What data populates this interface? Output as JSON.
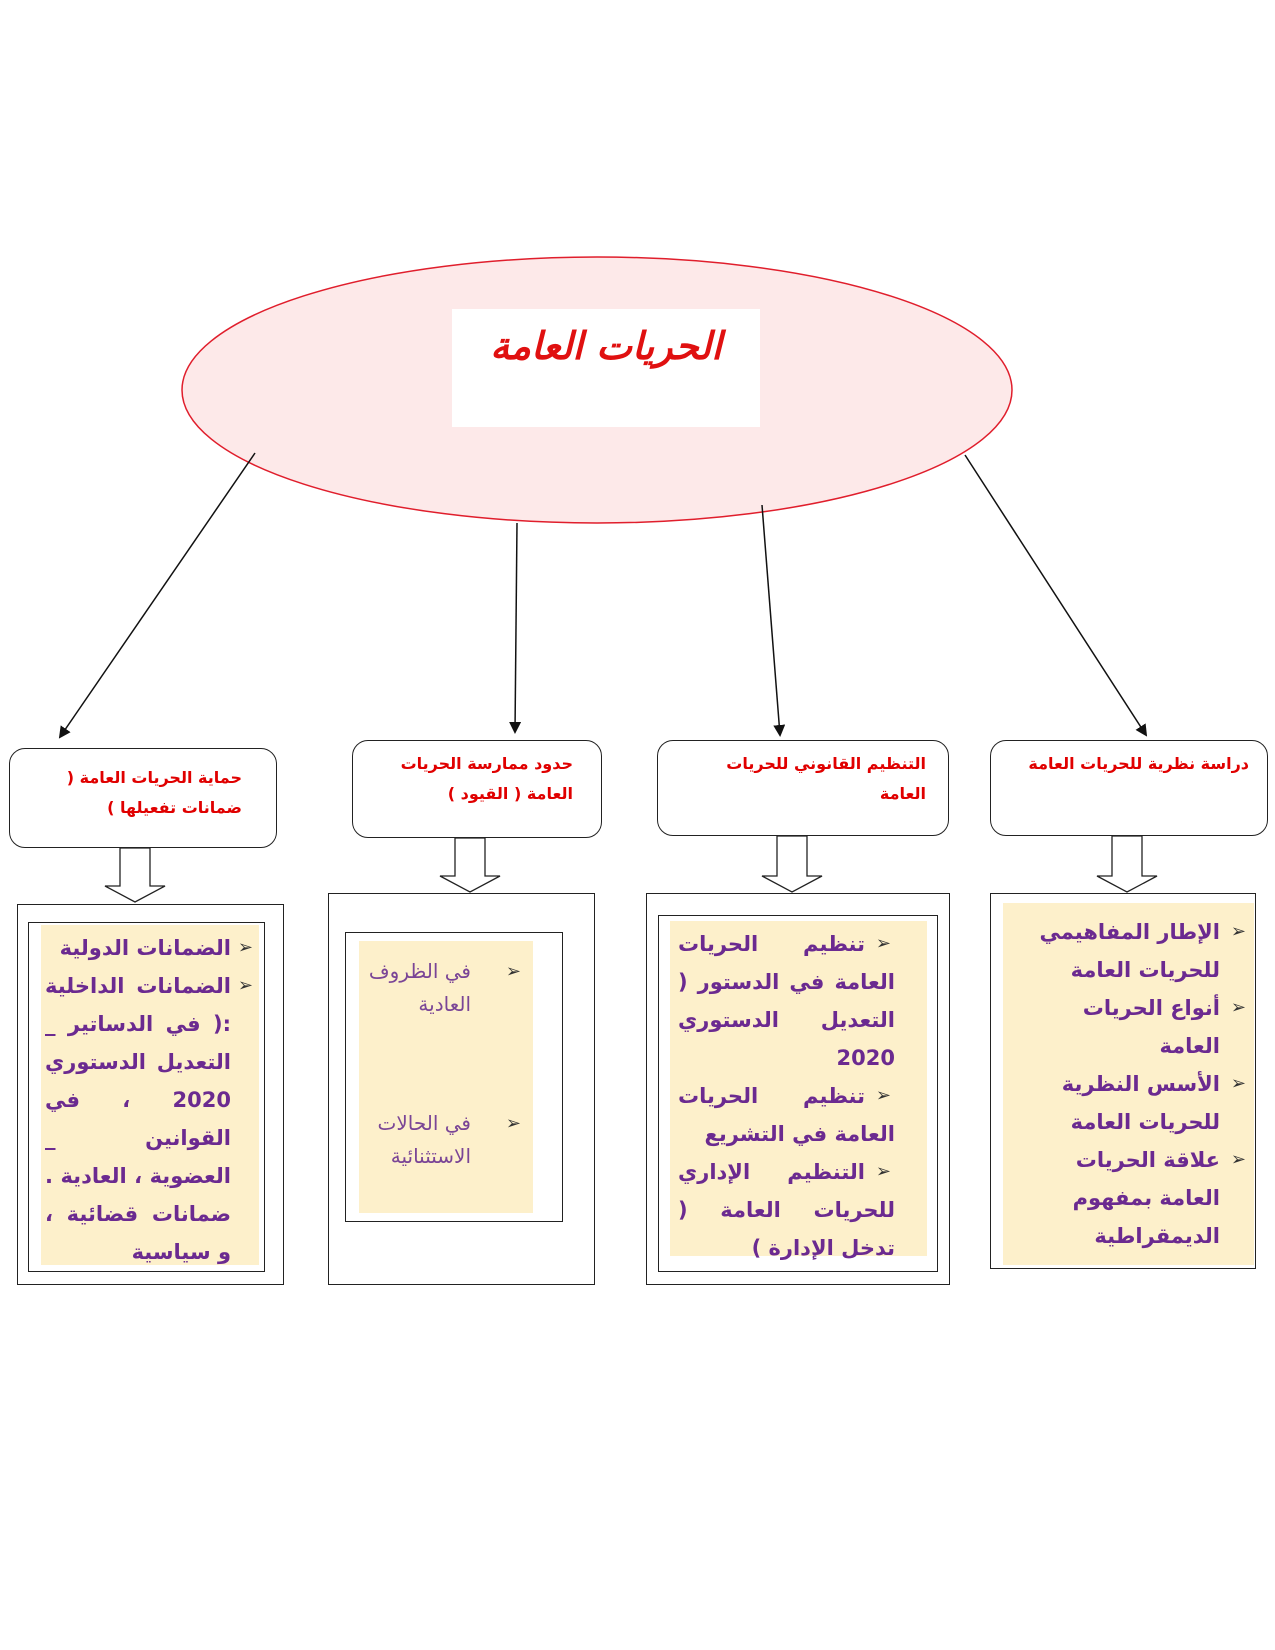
{
  "root": {
    "title": "الحريات العامة",
    "ellipse_fill": "#fde9e9",
    "ellipse_stroke": "#e01e2c",
    "title_color": "#e01010"
  },
  "colors": {
    "category_text": "#e00000",
    "item_text": "#6b2a90",
    "panel_fill": "#fdf0cb"
  },
  "branches": [
    {
      "category": "دراسة نظرية للحريات العامة",
      "items": [
        "الإطار المفاهيمي للحريات العامة",
        "أنواع الحريات العامة",
        "الأسس النظرية للحريات العامة",
        "علاقة الحريات العامة بمفهوم الديمقراطية"
      ]
    },
    {
      "category": "التنظيم القانوني للحريات العامة",
      "items": [
        "تنظيم الحريات العامة في الدستور ( التعديل الدستوري 2020",
        "تنظيم الحريات العامة في التشريع",
        "التنظيم الإداري للحريات العامة ( تدخل الإدارة )"
      ]
    },
    {
      "category": "حدود ممارسة الحريات العامة ( القيود )",
      "items": [
        "في الظروف العادية",
        "في الحالات الاستثنائية"
      ]
    },
    {
      "category": "حماية الحريات العامة ( ضمانات تفعيلها )",
      "items": [
        "الضمانات الدولية",
        "الضمانات الداخلية :( في الدساتير _ التعديل الدستوري 2020 ، في القوانين _ العضوية ، العادية . ضمانات قضائية ، و سياسية"
      ]
    }
  ],
  "icons": {
    "bullet": "checkmark-arrow-icon",
    "connector": "hollow-down-arrow-icon"
  }
}
